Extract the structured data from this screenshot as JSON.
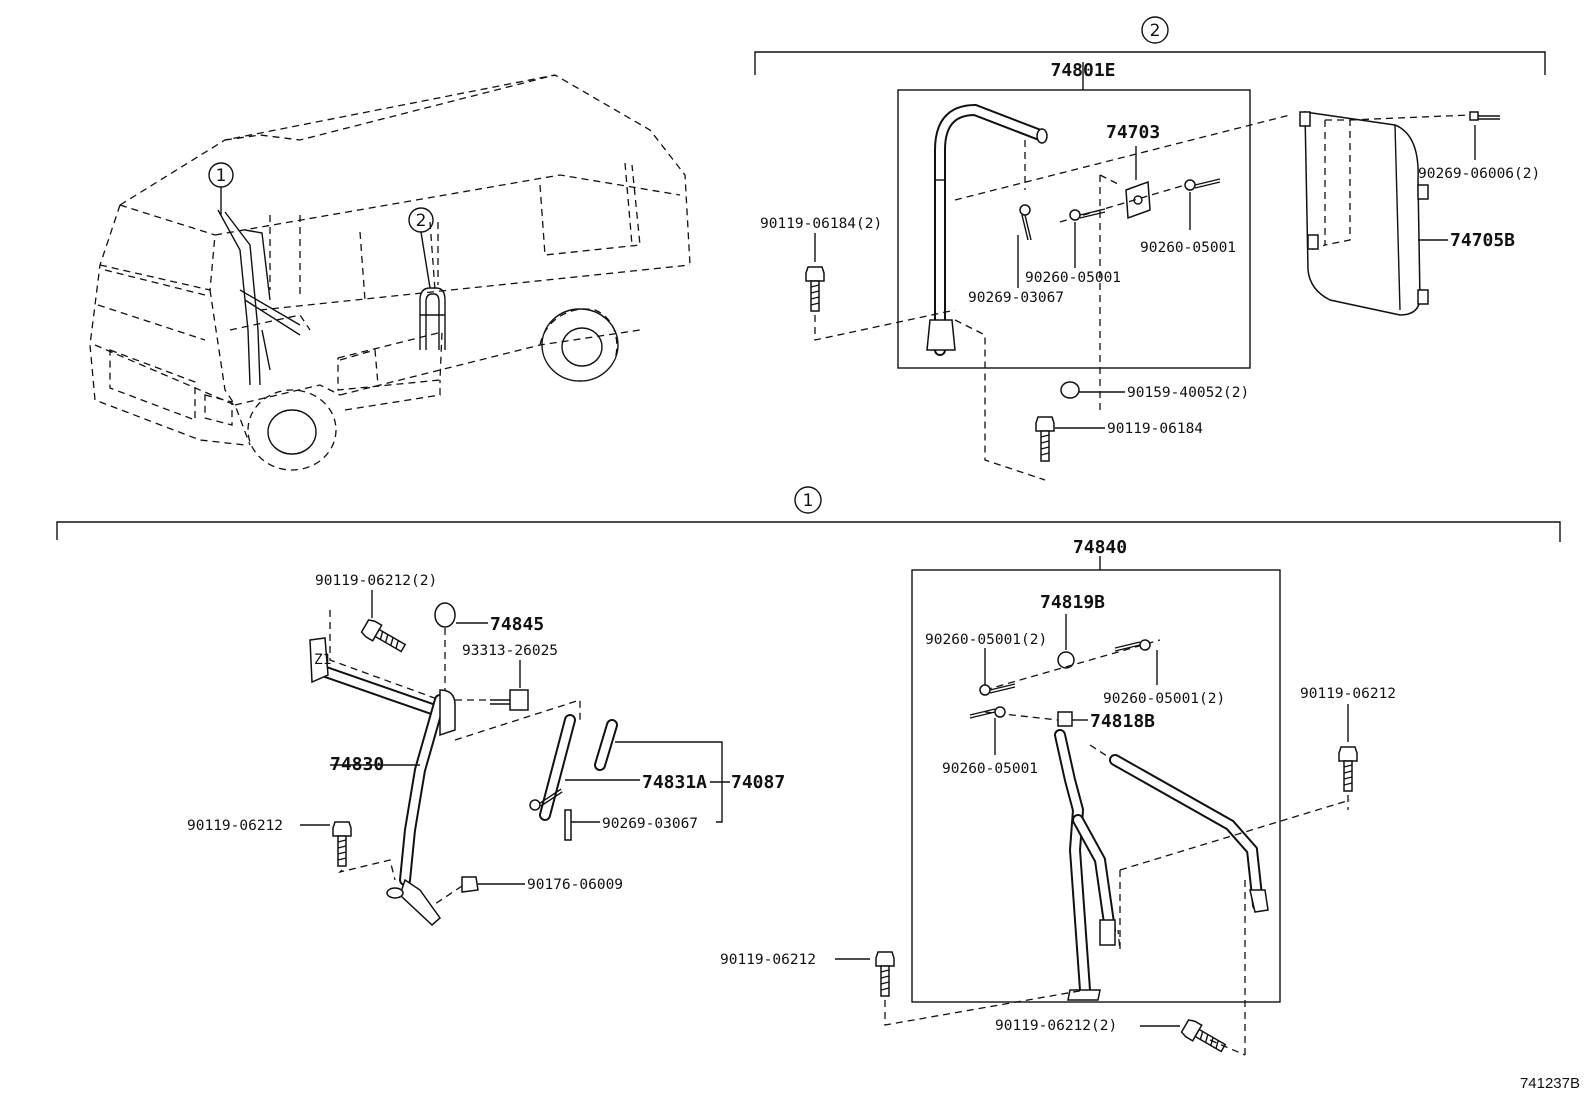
{
  "figure_id": "741237B",
  "callouts": {
    "section_1": "1",
    "section_2": "2"
  },
  "labels": {
    "assy_74801E": "74801E",
    "p74703": "74703",
    "p90269_06006": "90269-06006(2)",
    "p74705B": "74705B",
    "p90119_06184_2": "90119-06184(2)",
    "p90260_05001_a": "90260-05001",
    "p90260_05001_b": "90260-05001",
    "p90269_03067_a": "90269-03067",
    "p90159_40052": "90159-40052(2)",
    "p90119_06184": "90119-06184",
    "assy_74840": "74840",
    "p74819B": "74819B",
    "p90260_05001_2a": "90260-05001(2)",
    "p90260_05001_2b": "90260-05001(2)",
    "p90119_06212_r": "90119-06212",
    "p74818B": "74818B",
    "p90260_05001_c": "90260-05001",
    "p90119_06212_c": "90119-06212",
    "p90119_06212_2b": "90119-06212(2)",
    "p90119_06212_2a": "90119-06212(2)",
    "p74845": "74845",
    "p93313_26025": "93313-26025",
    "p74830": "74830",
    "p74831A": "74831A",
    "p74087": "74087",
    "p90269_03067_b": "90269-03067",
    "p90119_06212_l": "90119-06212",
    "p90176_06009": "90176-06009"
  }
}
